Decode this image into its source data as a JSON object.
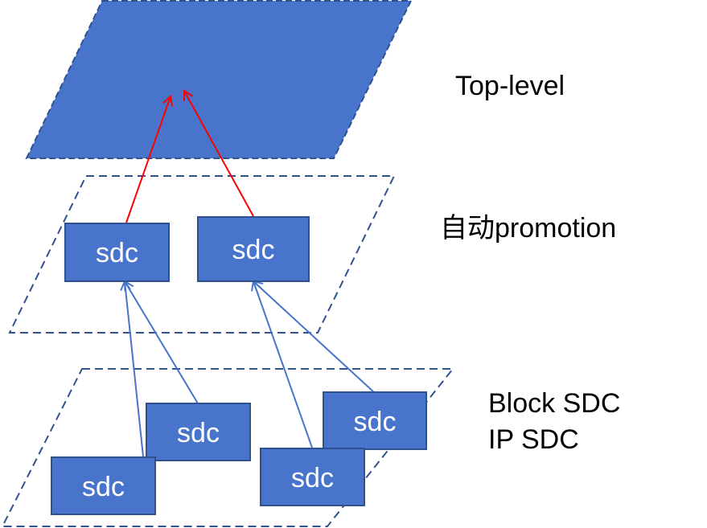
{
  "colors": {
    "fill": "#4874CB",
    "border": "#2F528F",
    "promotion_arrow": "#FF0000",
    "block_arrow": "#4874CB",
    "text": "#000000"
  },
  "layers": {
    "top": {
      "label": "Top-level"
    },
    "promotion": {
      "label": "自动promotion",
      "boxes": [
        "sdc",
        "sdc"
      ]
    },
    "block": {
      "label_line1": "Block SDC",
      "label_line2": "IP SDC",
      "boxes": [
        "sdc",
        "sdc",
        "sdc",
        "sdc"
      ]
    }
  }
}
